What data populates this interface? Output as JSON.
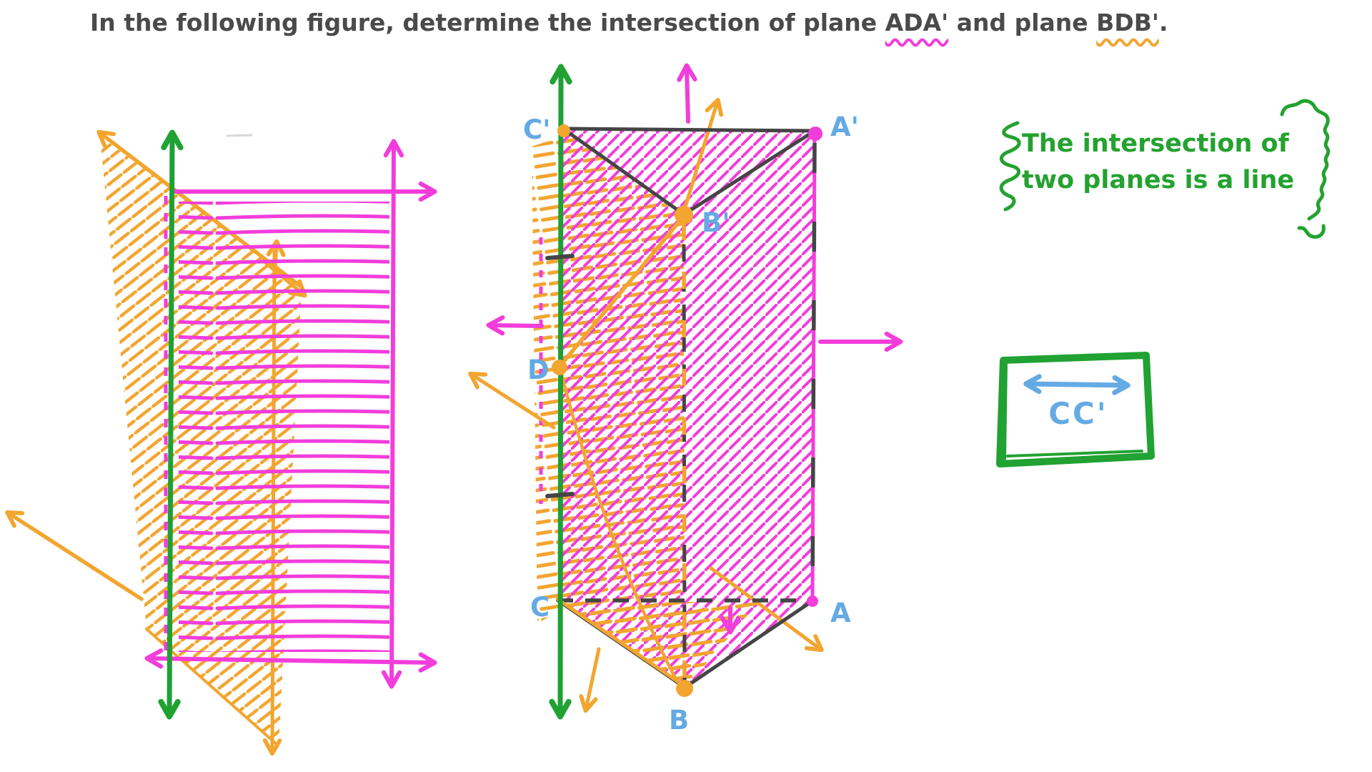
{
  "title": {
    "prefix": "In the following figure, determine the intersection of plane ",
    "plane1": "ADA'",
    "conjunction": " and plane ",
    "plane2": "BDB'",
    "suffix": "."
  },
  "note": {
    "line1": "The intersection of",
    "line2": "two planes is a line"
  },
  "answer_box": {
    "label": "CC'"
  },
  "prism": {
    "labels": {
      "c_prime": "C'",
      "a_prime": "A'",
      "b_prime": "B'",
      "d": "D",
      "c": "C",
      "a": "A",
      "b": "B"
    }
  },
  "colors": {
    "plane_ada_pink": "#f23ddb",
    "plane_bdb_orange": "#f2a52f",
    "intersection_line_green": "#21a233",
    "vertex_label_blue": "#64aae4",
    "title_text": "#4a4a4a"
  }
}
